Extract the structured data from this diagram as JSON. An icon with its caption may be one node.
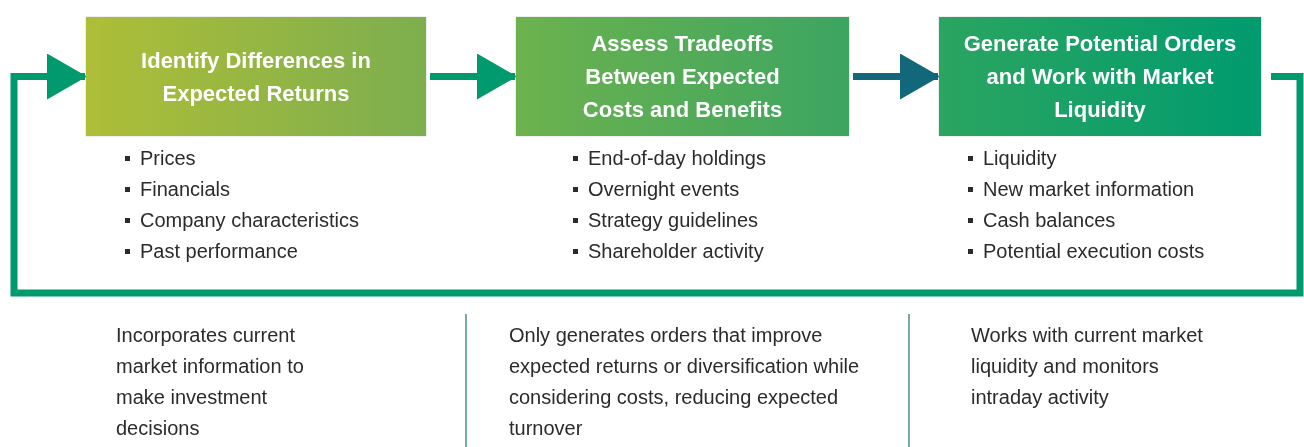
{
  "diagram": {
    "nodes": [
      {
        "text": [
          "Identify Differences in Expected Returns"
        ],
        "beside": [
          "Prices",
          "Financials",
          "Company characteristics",
          "Past performance"
        ]
      },
      {
        "text": [
          "Assess Tradeoffs Between Expected Costs and Benefits"
        ],
        "beside": [
          "End-of-day holdings",
          "Overnight events",
          "Strategy guidelines",
          "Shareholder activity"
        ]
      },
      {
        "text": [
          "Generate Potential Orders and Work with Market Liquidity"
        ],
        "beside": [
          "Liquidity",
          "New market information",
          "Cash balances",
          "Potential execution costs"
        ]
      }
    ],
    "edges": [
      {
        "from": 0,
        "to": 1,
        "arrow": "to"
      },
      {
        "from": 1,
        "to": 2,
        "arrow": "to",
        "color": "#13677a"
      },
      {
        "from": 2,
        "to": 0,
        "arrow": "to"
      }
    ],
    "labels": [
      "Incorporates current market information to make investment decisions",
      "Only generates orders that improve expected returns or diversification while considering costs, reducing expected turnover",
      "Works with current market liquidity and monitors intraday activity"
    ]
  }
}
